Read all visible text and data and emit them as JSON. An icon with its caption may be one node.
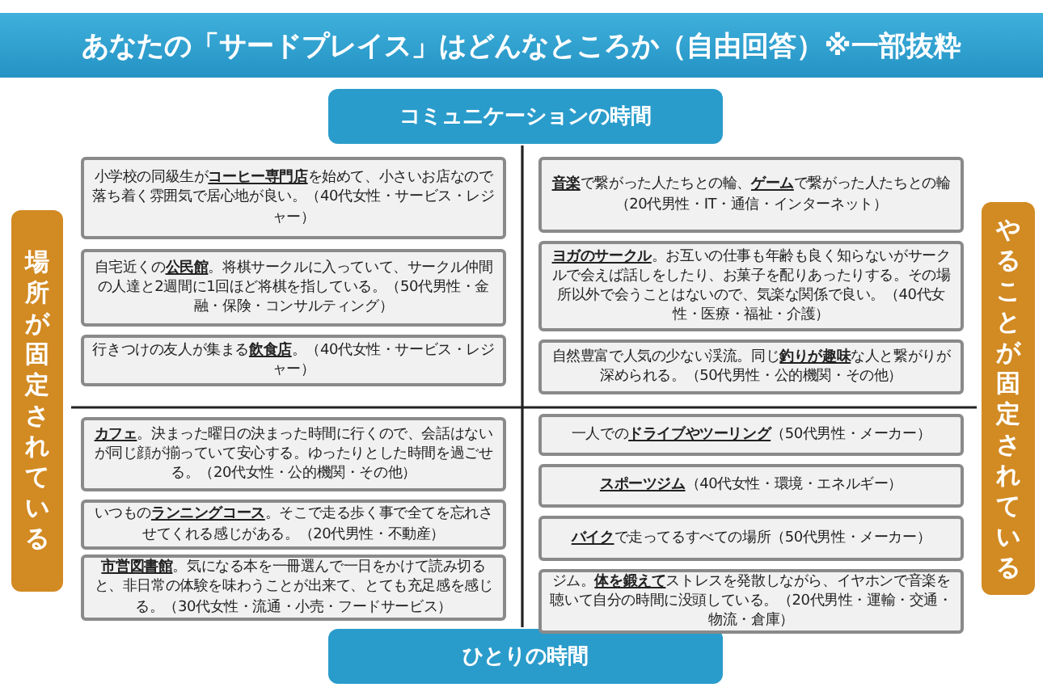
{
  "diagram": {
    "title": "あなたの「サードプレイス」はどんなところか（自由回答）※一部抜粋",
    "nodes": [
      {
        "text": [
          "コミュニケーションの時間"
        ]
      },
      {
        "text": [
          "ひとりの時間"
        ]
      },
      {
        "text": [
          "場所が固定されている"
        ]
      },
      {
        "text": [
          "やることが固定されている"
        ]
      },
      {
        "text": [
          "小学校の同級生が**コーヒー専門店**を始めて、小さいお店なので落ち着く雰囲気で居心地が良い。（40代女性・サービス・レジャー）"
        ]
      },
      {
        "text": [
          "自宅近くの**公民館**。将棋サークルに入っていて、サークル仲間の人達と2週間に1回ほど将棋を指している。（50代男性・金融・保険・コンサルティング）"
        ]
      },
      {
        "text": [
          "行きつけの友人が集まる**飲食店**。（40代女性・サービス・レジャー）"
        ]
      },
      {
        "text": [
          "**音楽**で繋がった人たちとの輪、**ゲーム**で繋がった人たちとの輪（20代男性・IT・通信・インターネット）"
        ]
      },
      {
        "text": [
          "**ヨガのサークル**。お互いの仕事も年齢も良く知らないがサークルで会えば話しをしたり、お菓子を配りあったりする。その場所以外で会うことはないので、気楽な関係で良い。（40代女性・医療・福祉・介護）"
        ]
      },
      {
        "text": [
          "自然豊富で人気の少ない渓流。同じ**釣りが趣味**な人と繋がりが深められる。（50代男性・公的機関・その他）"
        ]
      },
      {
        "text": [
          "**カフェ**。決まった曜日の決まった時間に行くので、会話はないが同じ顔が揃っていて安心する。ゆったりとした時間を過ごせる。（20代女性・公的機関・その他）"
        ]
      },
      {
        "text": [
          "いつもの**ランニングコース**。そこで走る歩く事で全てを忘れさせてくれる感じがある。（20代男性・不動産）"
        ]
      },
      {
        "text": [
          "**市営図書館**。気になる本を一冊選んで一日をかけて読み切ると、非日常の体験を味わうことが出来て、とても充足感を感じる。（30代女性・流通・小売・フードサービス）"
        ]
      },
      {
        "text": [
          "一人での**ドライブやツーリング**（50代男性・メーカー）"
        ]
      },
      {
        "text": [
          "**スポーツジム**（40代女性・環境・エネルギー）"
        ]
      },
      {
        "text": [
          "**バイク**で走ってるすべての場所（50代男性・メーカー）"
        ]
      },
      {
        "text": [
          "ジム。**体を鍛えて**ストレスを発散しながら、イヤホンで音楽を聴いて自分の時間に没頭している。（20代男性・運輸・交通・物流・倉庫）"
        ]
      }
    ]
  }
}
